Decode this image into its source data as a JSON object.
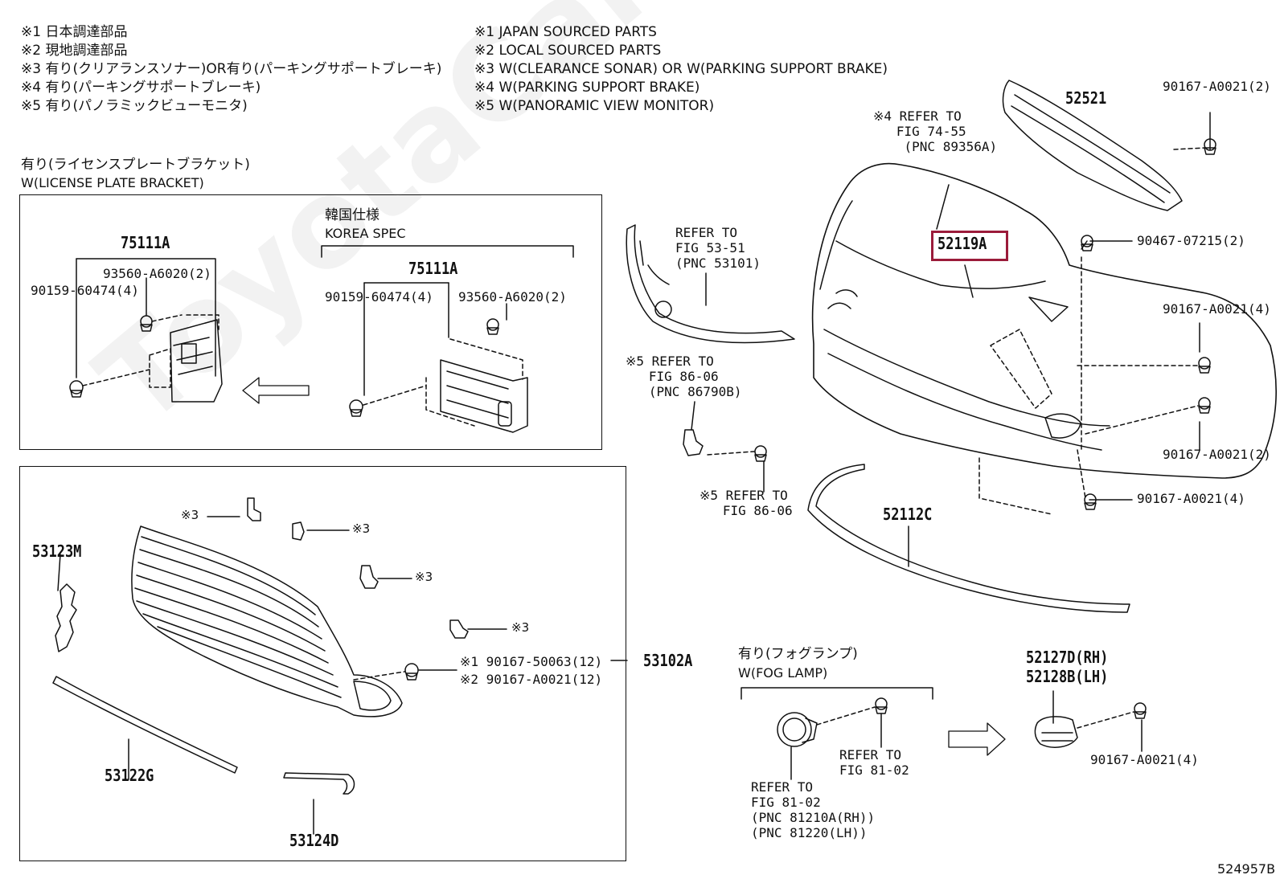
{
  "notes_jp": [
    "※1 日本調達部品",
    "※2 現地調達部品",
    "※3 有り(クリアランスソナー)OR有り(パーキングサポートブレーキ)",
    "※4 有り(パーキングサポートブレーキ)",
    "※5 有り(パノラミックビューモニタ)"
  ],
  "notes_en": [
    "※1 JAPAN SOURCED PARTS",
    "※2 LOCAL SOURCED PARTS",
    "※3 W(CLEARANCE SONAR) OR W(PARKING SUPPORT BRAKE)",
    "※4 W(PARKING SUPPORT BRAKE)",
    "※5 W(PANORAMIC VIEW MONITOR)"
  ],
  "license_box": {
    "title_jp": "有り(ライセンスプレートブラケット)",
    "title_en": "W(LICENSE PLATE BRACKET)",
    "left_part": "75111A",
    "left_clip": "93560-A6020(2)",
    "left_bolt": "90159-60474(4)",
    "korea_jp": "韓国仕様",
    "korea_en": "KOREA SPEC",
    "right_part": "75111A",
    "right_bolt": "90159-60474(4)",
    "right_clip": "93560-A6020(2)"
  },
  "grille_box": {
    "p_53123M": "53123M",
    "p_53122G": "53122G",
    "p_53124D": "53124D",
    "p_53102A": "53102A",
    "s3_a": "※3",
    "s3_b": "※3",
    "s3_c": "※3",
    "s3_d": "※3",
    "clip1": "※1 90167-50063(12)",
    "clip2": "※2 90167-A0021(12)"
  },
  "main": {
    "p_52521": "52521",
    "p_90167_top": "90167-A0021(2)",
    "ref_74_55": "※4 REFER TO\n   FIG 74-55\n    (PNC 89356A)",
    "p_52119A": "52119A",
    "p_90467": "90467-07215(2)",
    "ref_53_51": "REFER TO\nFIG 53-51\n(PNC 53101)",
    "p_90167_r4": "90167-A0021(4)",
    "ref_86_06a": "※5 REFER TO\n   FIG 86-06\n   (PNC 86790B)",
    "p_90167_r2": "90167-A0021(2)",
    "ref_86_06b": "※5 REFER TO\n   FIG 86-06",
    "p_90167_b4": "90167-A0021(4)",
    "p_52112C": "52112C"
  },
  "fog": {
    "title_jp": "有り(フォグランプ)",
    "title_en": "W(FOG LAMP)",
    "ref_81_02_a": "REFER TO\nFIG 81-02",
    "ref_81_02_b": "REFER TO\nFIG 81-02\n(PNC 81210A(RH))\n(PNC 81220(LH))",
    "p_rh": "52127D(RH)",
    "p_lh": "52128B(LH)",
    "p_90167": "90167-A0021(4)"
  },
  "diagram_id": "524957B",
  "watermark": "ToyotaCarMine.ru",
  "colors": {
    "highlight": "#9b1b3a",
    "ink": "#111111"
  }
}
